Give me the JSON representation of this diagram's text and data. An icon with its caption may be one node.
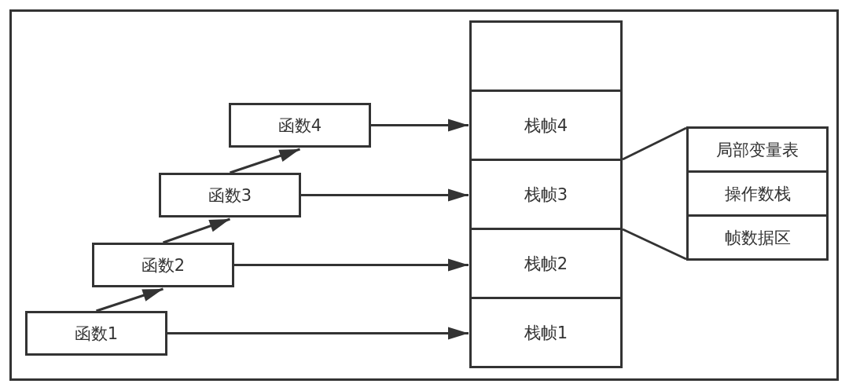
{
  "diagram": {
    "nodes": [
      {
        "text": [
          "函数4"
        ]
      },
      {
        "text": [
          "函数3"
        ]
      },
      {
        "text": [
          "函数2"
        ]
      },
      {
        "text": [
          "函数1"
        ]
      },
      {
        "text": [],
        "shape": "box"
      },
      {
        "text": [
          "栈帧4"
        ]
      },
      {
        "text": [
          "栈帧3"
        ]
      },
      {
        "text": [
          "栈帧2"
        ]
      },
      {
        "text": [
          "栈帧1"
        ]
      },
      {
        "text": [
          "局部变量表"
        ]
      },
      {
        "text": [
          "操作数栈"
        ]
      },
      {
        "text": [
          "帧数据区"
        ]
      }
    ],
    "edges": [
      {
        "from": 3,
        "to": 2,
        "arrow": "to"
      },
      {
        "from": 2,
        "to": 1,
        "arrow": "to"
      },
      {
        "from": 1,
        "to": 0,
        "arrow": "to"
      },
      {
        "from": 0,
        "to": 5,
        "arrow": "to"
      },
      {
        "from": 1,
        "to": 6,
        "arrow": "to"
      },
      {
        "from": 2,
        "to": 7,
        "arrow": "to"
      },
      {
        "from": 3,
        "to": 8,
        "arrow": "to"
      },
      {
        "from": 6,
        "to": 9,
        "arrow": "none"
      },
      {
        "from": 6,
        "to": 11,
        "arrow": "none"
      }
    ]
  }
}
